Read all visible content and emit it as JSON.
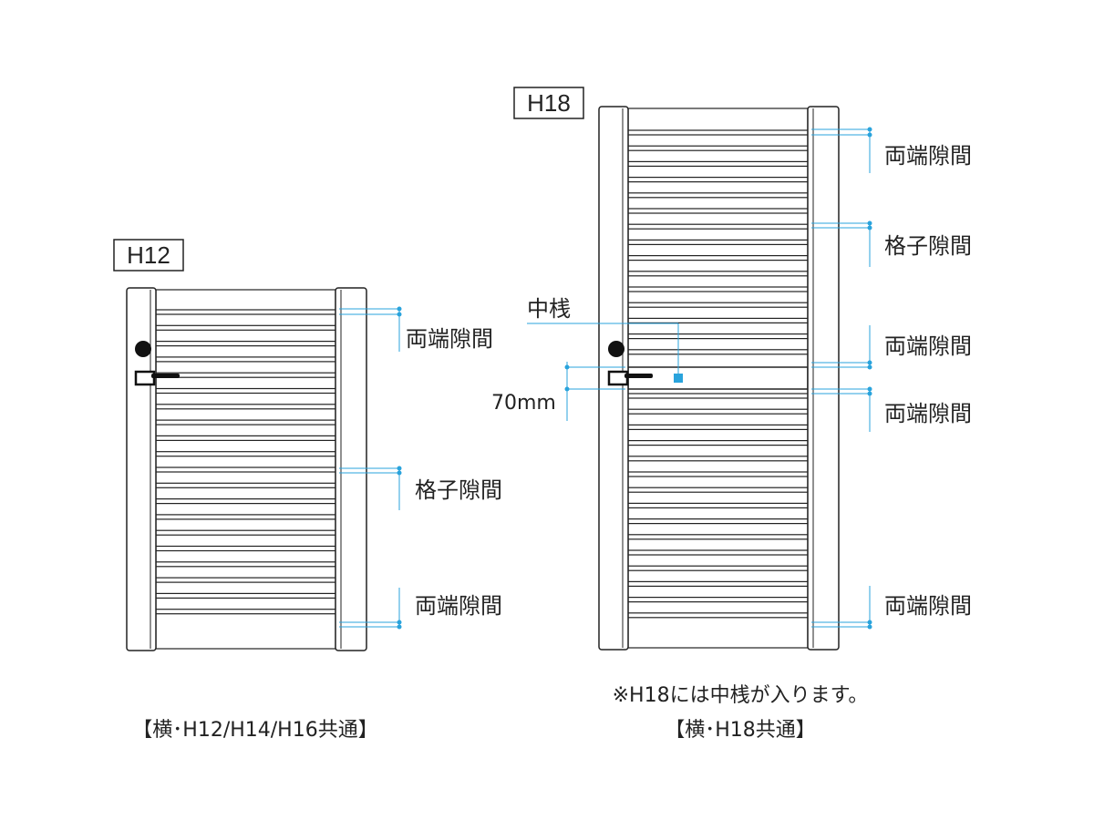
{
  "left_gate": {
    "tag": "H12",
    "callouts": [
      "両端隙間",
      "格子隙間",
      "両端隙間"
    ],
    "caption": "【横･H12/H14/H16共通】"
  },
  "right_gate": {
    "tag": "H18",
    "callouts": [
      "両端隙間",
      "格子隙間",
      "両端隙間",
      "両端隙間",
      "両端隙間"
    ],
    "mid_rail_label": "中桟",
    "dimension_label": "70mm",
    "note": "※H18には中桟が入ります。",
    "caption": "【横･H18共通】"
  },
  "colors": {
    "line": "#222222",
    "accent": "#29a3dc",
    "background": "#ffffff"
  }
}
